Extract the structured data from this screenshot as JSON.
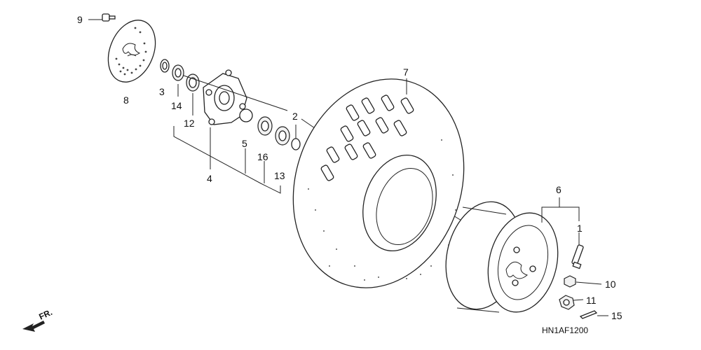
{
  "diagram": {
    "code": "HN1AF1200",
    "direction_label": "FR.",
    "callouts": [
      "1",
      "2",
      "3",
      "4",
      "5",
      "6",
      "7",
      "8",
      "9",
      "10",
      "11",
      "12",
      "13",
      "14",
      "15",
      "16"
    ]
  }
}
